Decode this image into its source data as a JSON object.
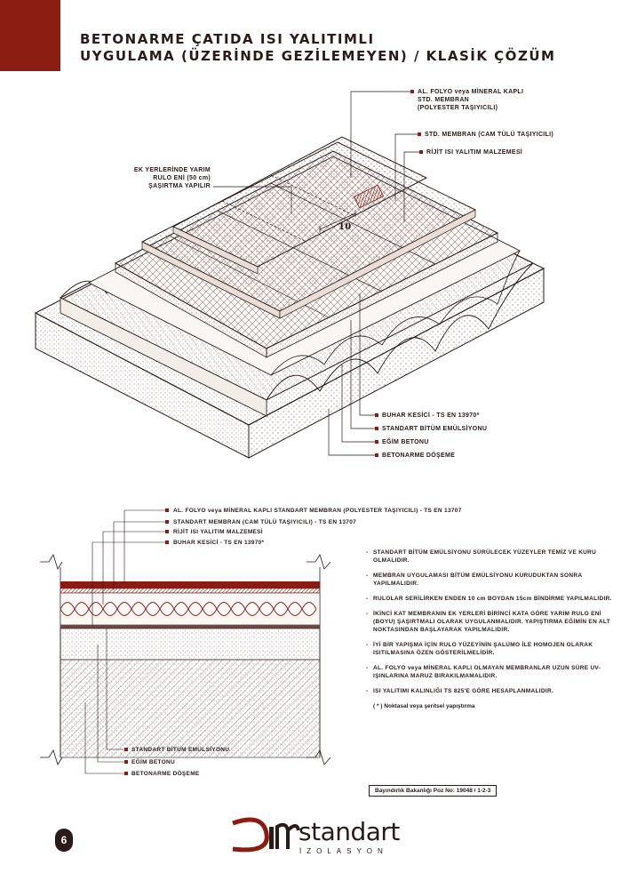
{
  "title": {
    "line1": "BETONARME ÇATIDA ISI YALITIMLI",
    "line2": "UYGULAMA (ÜZERİNDE GEZİLEMEYEN) / KLASİK ÇÖZÜM"
  },
  "iso_labels": {
    "top1": "AL. FOLYO veya MİNERAL KAPLI",
    "top2": "STD. MEMBRAN",
    "top3": "(POLYESTER TAŞIYICILI)",
    "std_membran": "STD. MEMBRAN (CAM TÜLÜ TAŞIYICILI)",
    "rijit": "RİJİT ISI YALITIM MALZEMESİ",
    "ek1": "EK YERLERİNDE YARIM",
    "ek2": "RULO ENİ (50 cm)",
    "ek3": "ŞAŞIRTMA YAPILIR",
    "overlap": "10",
    "buhar": "BUHAR KESİCİ - TS EN 13970*",
    "emulsiyon": "STANDART BİTÜM EMÜLSİYONU",
    "egim": "EĞİM BETONU",
    "doseme": "BETONARME DÖŞEME"
  },
  "section_labels": {
    "l1": "AL. FOLYO veya MİNERAL KAPLI STANDART MEMBRAN (POLYESTER TAŞIYICILI) - TS EN 13707",
    "l2": "STANDART MEMBRAN (CAM TÜLÜ TAŞIYICILI) - TS EN 13707",
    "l3": "RİJİT ISI YALITIM MALZEMESİ",
    "l4": "BUHAR KESİCİ - TS EN 13970*",
    "b1": "STANDART BİTÜM EMÜLSİYONU",
    "b2": "EĞİM BETONU",
    "b3": "BETONARME DÖŞEME"
  },
  "notes": [
    "STANDART BİTÜM EMÜLSİYONU SÜRÜLECEK YÜZEYLER TEMİZ VE KURU OLMALIDIR.",
    "MEMBRAN UYGULAMASI BİTÜM EMÜLSİYONU KURUDUKTAN SONRA YAPILMALIDIR.",
    "RULOLAR SERİLİRKEN ENDEN 10 cm BOYDAN 15cm BİNDİRME YAPILMALIDIR.",
    "İKİNCİ KAT MEMBRANIN EK YERLERİ BİRİNCİ KATA GÖRE YARIM RULO ENİ (BOYU) ŞAŞIRTMALI OLARAK UYGULANMALIDIR. YAPIŞTIRMA EĞİMİN EN ALT NOKTASINDAN BAŞLAYARAK YAPILMALIDIR.",
    "İYİ BİR YAPIŞMA İÇİN RULO YÜZEYİNİN ŞALÜMO İLE HOMOJEN OLARAK ISITILMASINA ÖZEN GÖSTERİLMELİDİR.",
    "AL. FOLYO veya MİNERAL KAPLI OLMAYAN MEMBRANLAR UZUN SÜRE UV-IŞINLARINA MARUZ BIRAKILMAMALIDIR.",
    "ISI YALITIMI KALINLIĞI TS 825'E GÖRE HESAPLANMALIDIR."
  ],
  "footnote": "( * )  Noktasal veya şeritsel yapıştırma",
  "reference": "Bayındırlık Bakanlığı Poz No: 19048 / 1-2-3",
  "page_number": "6",
  "brand": {
    "name": "standart",
    "sub": "İZOLASYON"
  },
  "colors": {
    "accent": "#8a1c12",
    "ink": "#2a1a18"
  }
}
